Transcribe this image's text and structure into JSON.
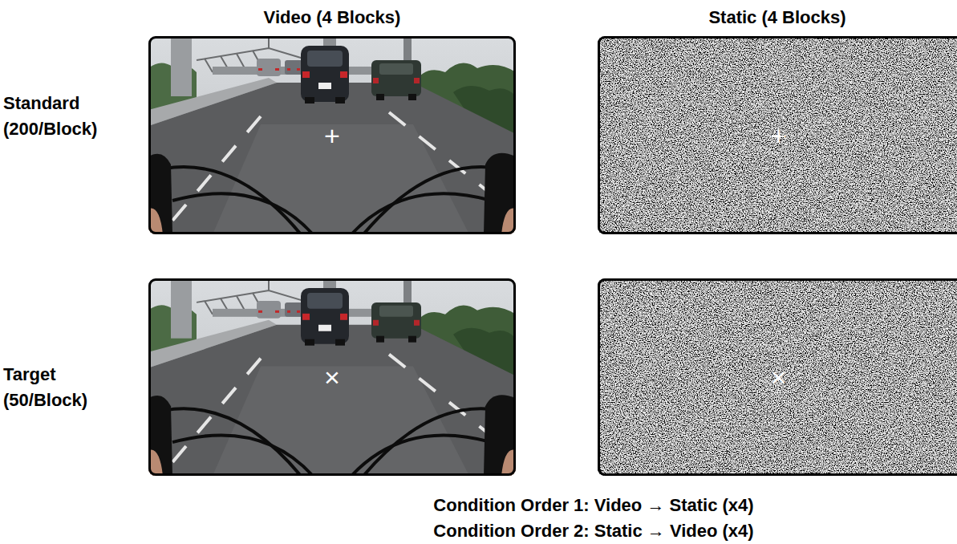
{
  "diagram": {
    "nodes": [
      {
        "text": [
          "+"
        ]
      },
      {
        "text": [
          "+"
        ]
      },
      {
        "text": [
          "×"
        ]
      },
      {
        "text": [
          "×"
        ]
      }
    ],
    "labels": [
      "Video (4 Blocks)",
      "Static (4 Blocks)",
      "Standard (200/Block)",
      "Target (50/Block)",
      "Condition Order 1: Video → Static (x4)",
      "Condition Order 2: Static → Video (x4)"
    ]
  }
}
